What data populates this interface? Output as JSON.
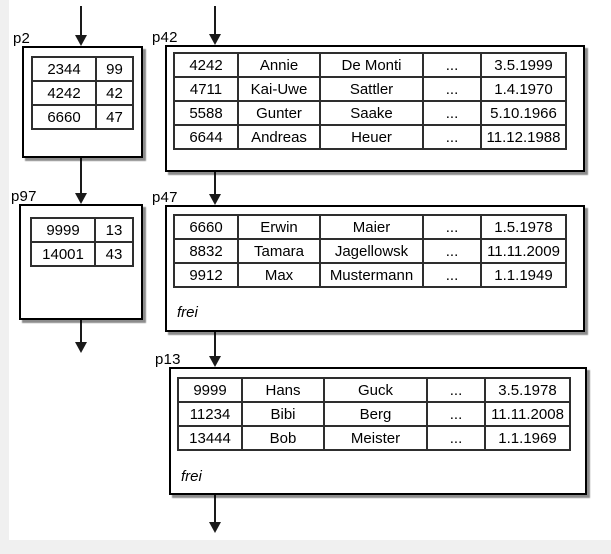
{
  "colors": {
    "canvas_background": "#ffffff",
    "margin_strip": "#f0f0f0",
    "box_border": "#000000",
    "table_border": "#2e2e2e",
    "arrow": "#1a1a1a"
  },
  "pages": {
    "p2": {
      "label": "p2",
      "rows": [
        [
          "2344",
          "99"
        ],
        [
          "4242",
          "42"
        ],
        [
          "6660",
          "47"
        ]
      ]
    },
    "p97": {
      "label": "p97",
      "rows": [
        [
          "9999",
          "13"
        ],
        [
          "14001",
          "43"
        ]
      ]
    },
    "p42": {
      "label": "p42",
      "rows": [
        [
          "4242",
          "Annie",
          "De Monti",
          "...",
          "3.5.1999"
        ],
        [
          "4711",
          "Kai-Uwe",
          "Sattler",
          "...",
          "1.4.1970"
        ],
        [
          "5588",
          "Gunter",
          "Saake",
          "...",
          "5.10.1966"
        ],
        [
          "6644",
          "Andreas",
          "Heuer",
          "...",
          "11.12.1988"
        ]
      ]
    },
    "p47": {
      "label": "p47",
      "free_label": "frei",
      "rows": [
        [
          "6660",
          "Erwin",
          "Maier",
          "...",
          "1.5.1978"
        ],
        [
          "8832",
          "Tamara",
          "Jagellowsk",
          "...",
          "11.11.2009"
        ],
        [
          "9912",
          "Max",
          "Mustermann",
          "...",
          "1.1.1949"
        ]
      ]
    },
    "p13": {
      "label": "p13",
      "free_label": "frei",
      "rows": [
        [
          "9999",
          "Hans",
          "Guck",
          "...",
          "3.5.1978"
        ],
        [
          "11234",
          "Bibi",
          "Berg",
          "...",
          "11.11.2008"
        ],
        [
          "13444",
          "Bob",
          "Meister",
          "...",
          "1.1.1969"
        ]
      ]
    }
  }
}
